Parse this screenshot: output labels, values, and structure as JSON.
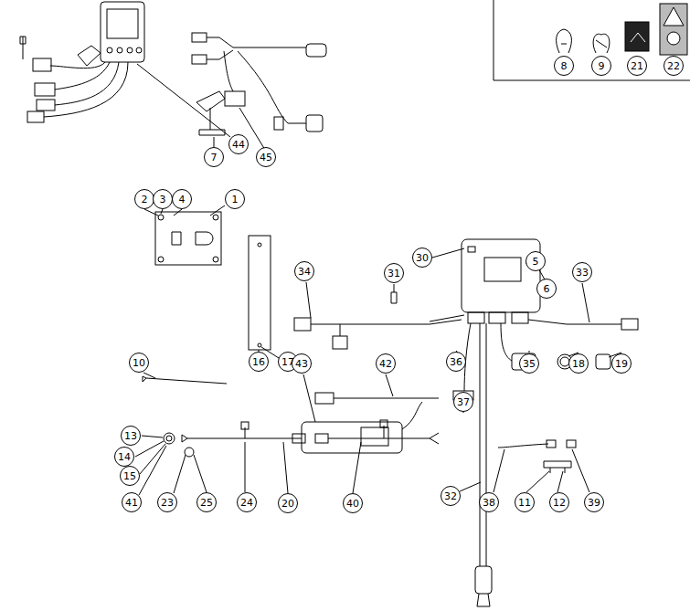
{
  "diagram": {
    "labels": [
      "44",
      "7",
      "45",
      "8",
      "9",
      "21",
      "22",
      "2",
      "3",
      "4",
      "1",
      "16",
      "17",
      "34",
      "31",
      "30",
      "5",
      "6",
      "33",
      "10",
      "43",
      "42",
      "36",
      "35",
      "18",
      "19",
      "37",
      "13",
      "14",
      "15",
      "41",
      "23",
      "25",
      "24",
      "20",
      "40",
      "32",
      "38",
      "11",
      "12",
      "39"
    ]
  }
}
